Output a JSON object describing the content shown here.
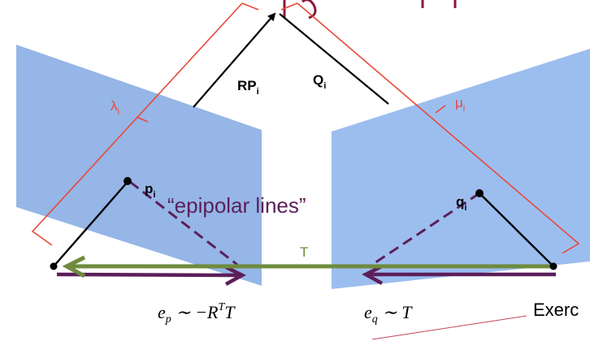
{
  "labels": {
    "rp": "RP",
    "rp_sub": "i",
    "q": "Q",
    "q_sub": "i",
    "lambda": "λ",
    "lambda_sub": "i",
    "mu": "μ",
    "mu_sub": "i",
    "p": "p",
    "p_sub": "i",
    "qpt": "q",
    "qpt_sub": "i",
    "epipolar": "“epipolar lines”",
    "translation": "T",
    "exercise_partial": "Exerc"
  },
  "equations": {
    "ep_lhs": "e",
    "ep_sub": "p",
    "ep_rhs": " ∼ −R",
    "ep_sup": "T",
    "ep_tail": "T",
    "eq_lhs": "e",
    "eq_sub": "q",
    "eq_rhs": " ∼ T"
  },
  "colors": {
    "plane": "#7ea6e0",
    "plane_alpha": 0.8,
    "bracket": "#e8493a",
    "baseline": "#6e8b3d",
    "epipolar": "#5b1f5a",
    "axis_label_green": "#6e8b3d",
    "title_partial": "#8b1a3a",
    "ink": "#000000"
  }
}
